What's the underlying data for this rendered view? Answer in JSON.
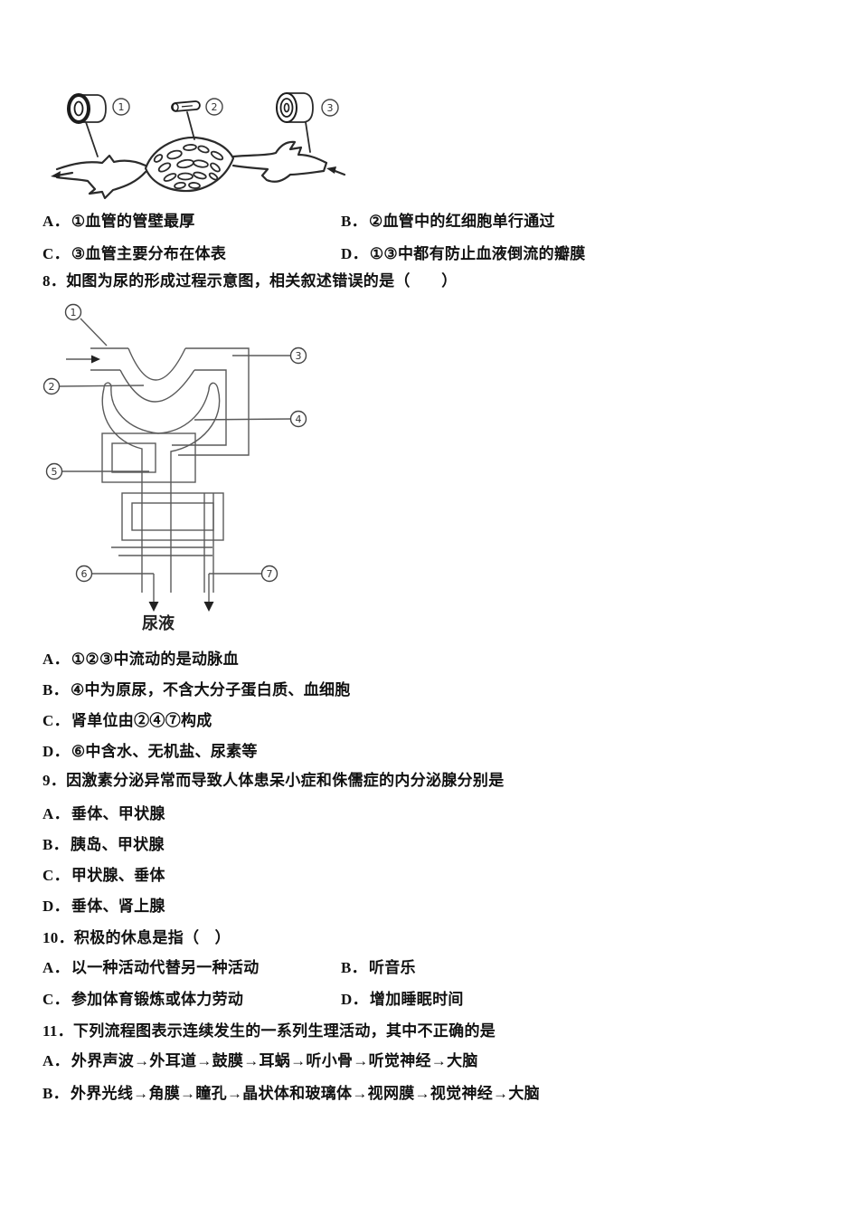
{
  "colors": {
    "ink": "#111111",
    "diagram_line": "#5a5a5a",
    "sketch_line": "#2b2b2b",
    "background": "#ffffff"
  },
  "q7": {
    "options": [
      {
        "label": "A．",
        "text": "①血管的管壁最厚"
      },
      {
        "label": "B．",
        "text": "②血管中的红细胞单行通过"
      },
      {
        "label": "C．",
        "text": "③血管主要分布在体表"
      },
      {
        "label": "D．",
        "text": "①③中都有防止血液倒流的瓣膜"
      }
    ]
  },
  "vessel_diagram": {
    "labels": [
      "1",
      "2",
      "3"
    ]
  },
  "q8": {
    "title": "8．如图为尿的形成过程示意图，相关叙述错误的是（　　）",
    "options": [
      {
        "label": "A．",
        "text": "①②③中流动的是动脉血"
      },
      {
        "label": "B．",
        "text": "④中为原尿，不含大分子蛋白质、血细胞"
      },
      {
        "label": "C．",
        "text": "肾单位由②④⑦构成"
      },
      {
        "label": "D．",
        "text": "⑥中含水、无机盐、尿素等"
      }
    ]
  },
  "nephron_diagram": {
    "labels": [
      "1",
      "2",
      "3",
      "4",
      "5",
      "6",
      "7"
    ],
    "urine_label": "尿液"
  },
  "q9": {
    "title": "9．因激素分泌异常而导致人体患呆小症和侏儒症的内分泌腺分别是",
    "options": [
      {
        "label": "A．",
        "text": "垂体、甲状腺"
      },
      {
        "label": "B．",
        "text": "胰岛、甲状腺"
      },
      {
        "label": "C．",
        "text": "甲状腺、垂体"
      },
      {
        "label": "D．",
        "text": "垂体、肾上腺"
      }
    ]
  },
  "q10": {
    "title": "10．积极的休息是指（　）",
    "options": [
      {
        "label": "A．",
        "text": "以一种活动代替另一种活动"
      },
      {
        "label": "B．",
        "text": "听音乐"
      },
      {
        "label": "C．",
        "text": "参加体育锻炼或体力劳动"
      },
      {
        "label": "D．",
        "text": "增加睡眠时间"
      }
    ]
  },
  "q11": {
    "title": "11．下列流程图表示连续发生的一系列生理活动，其中不正确的是",
    "options": [
      {
        "label": "A．",
        "text": "外界声波→外耳道→鼓膜→耳蜗→听小骨→听觉神经→大脑"
      },
      {
        "label": "B．",
        "text": "外界光线→角膜→瞳孔→晶状体和玻璃体→视网膜→视觉神经→大脑"
      }
    ]
  }
}
